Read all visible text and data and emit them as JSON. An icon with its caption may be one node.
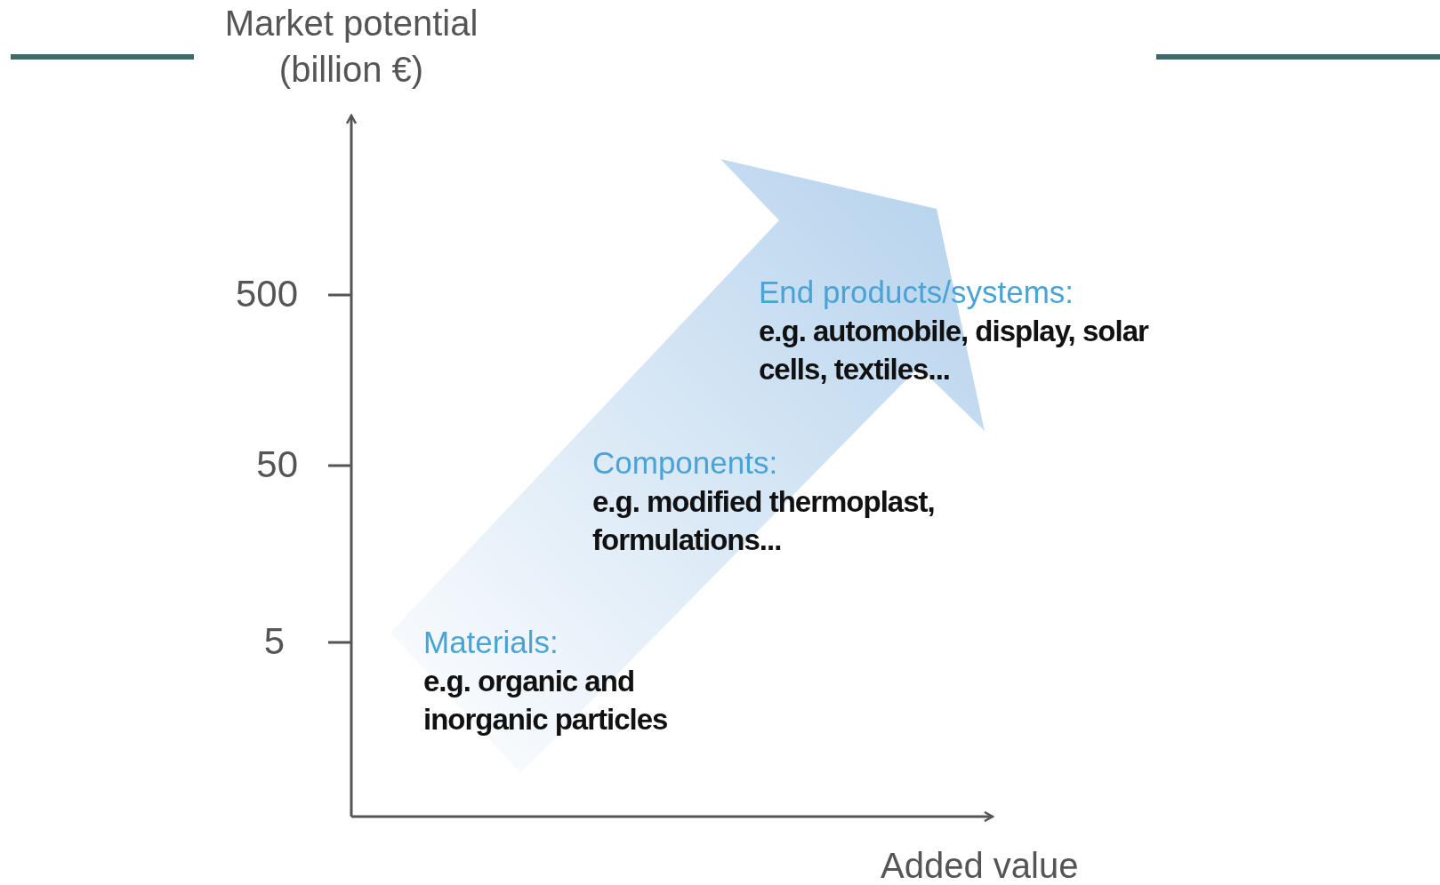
{
  "diagram": {
    "labels": [
      "Market potential (billion €)",
      "500",
      "End products/systems:",
      "e.g. automobile, display, solar cells, textiles...",
      "50",
      "Components:",
      "e.g. modified thermoplast, formulations...",
      "5",
      "Materials:",
      "e.g. organic and inorganic particles",
      "Added value"
    ]
  }
}
